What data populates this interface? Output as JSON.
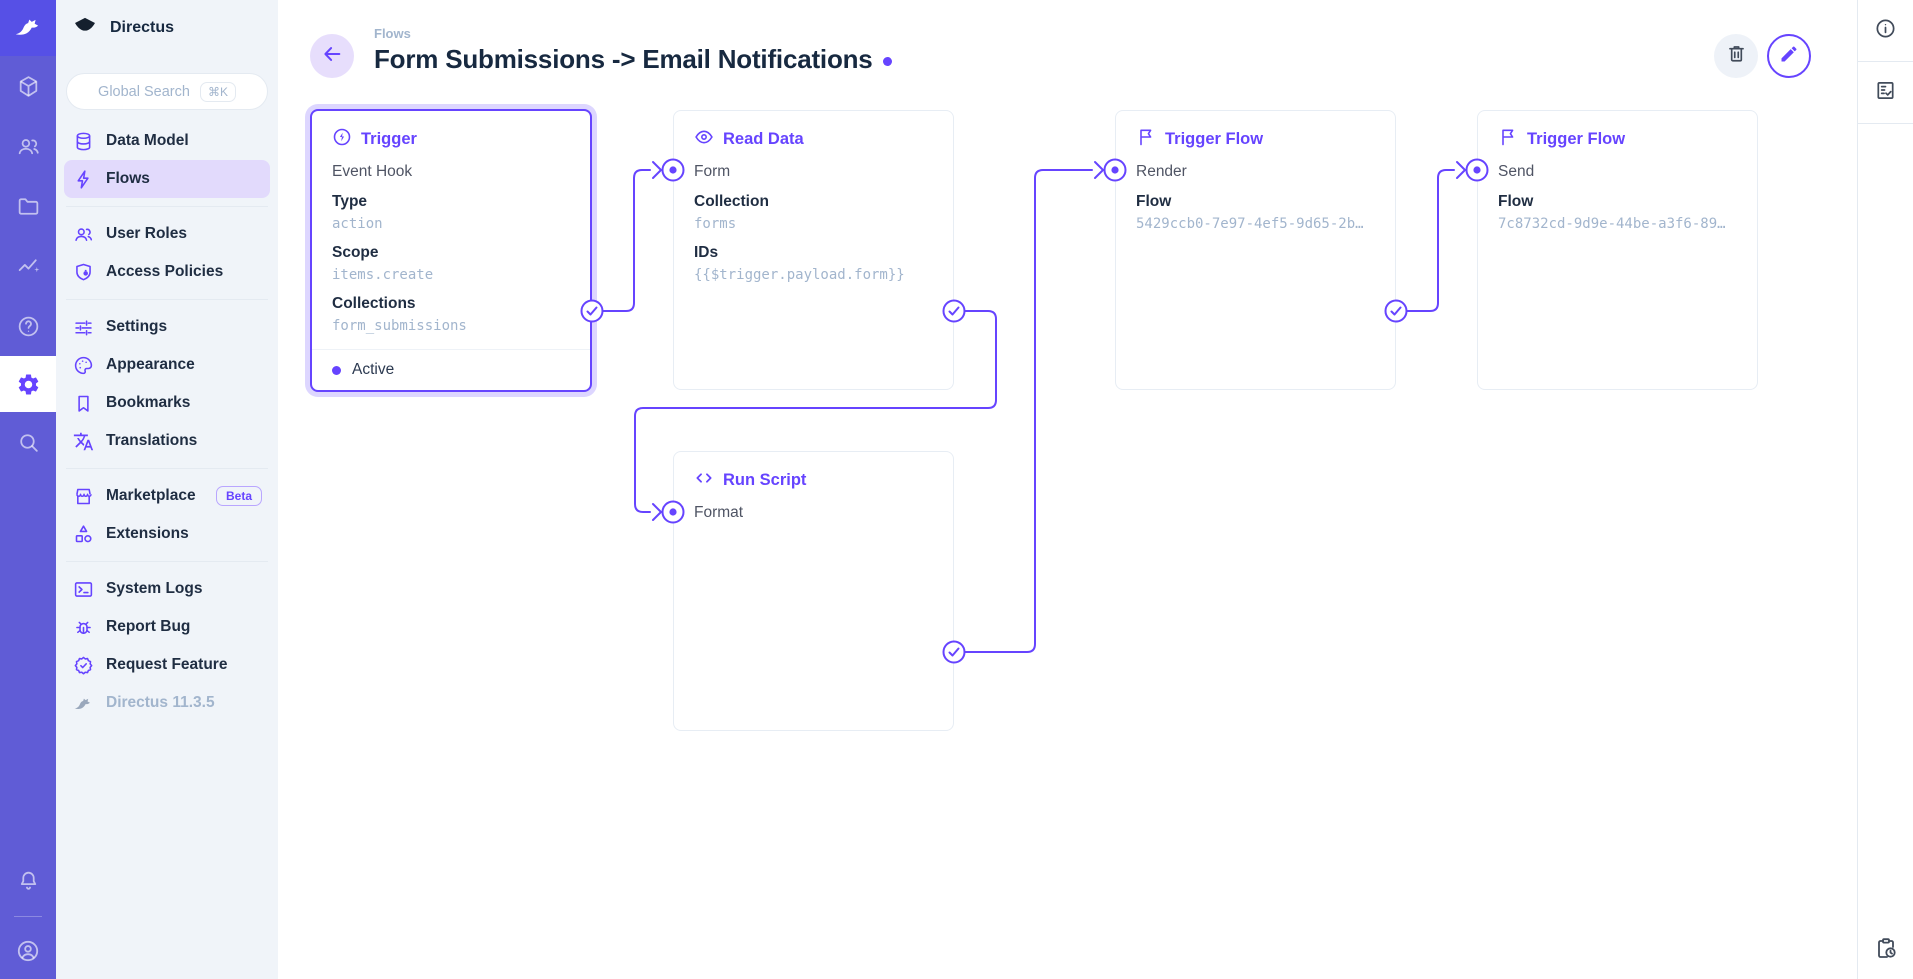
{
  "app": {
    "project_name": "Directus",
    "version": "Directus 11.3.5"
  },
  "module_bar": {
    "icons": [
      "directus-logo",
      "content",
      "users",
      "files",
      "insights",
      "help",
      "settings",
      "search",
      "notifications",
      "account"
    ],
    "active_module": "settings"
  },
  "nav": {
    "search": {
      "placeholder": "Global Search",
      "shortcut": "⌘K"
    },
    "items": {
      "data_model": "Data Model",
      "flows": "Flows",
      "user_roles": "User Roles",
      "access_policies": "Access Policies",
      "settings": "Settings",
      "appearance": "Appearance",
      "bookmarks": "Bookmarks",
      "translations": "Translations",
      "marketplace": "Marketplace",
      "marketplace_badge": "Beta",
      "extensions": "Extensions",
      "system_logs": "System Logs",
      "report_bug": "Report Bug",
      "request_feature": "Request Feature"
    },
    "active_item": "flows"
  },
  "header": {
    "breadcrumb": "Flows",
    "title": "Form Submissions -> Email Notifications",
    "unsaved_indicator": true
  },
  "flow": {
    "cards": [
      {
        "type_label": "Trigger",
        "icon": "bolt-circle",
        "name": "Event Hook",
        "selected": true,
        "status": "Active",
        "fields": [
          {
            "label": "Type",
            "value": "action"
          },
          {
            "label": "Scope",
            "value": "items.create"
          },
          {
            "label": "Collections",
            "value": "form_submissions"
          }
        ]
      },
      {
        "type_label": "Read Data",
        "icon": "eye",
        "name": "Form",
        "fields": [
          {
            "label": "Collection",
            "value": "forms"
          },
          {
            "label": "IDs",
            "value": "{{$trigger.payload.form}}"
          }
        ]
      },
      {
        "type_label": "Trigger Flow",
        "icon": "flag",
        "name": "Render",
        "fields": [
          {
            "label": "Flow",
            "value": "5429ccb0-7e97-4ef5-9d65-2b…"
          }
        ]
      },
      {
        "type_label": "Trigger Flow",
        "icon": "flag",
        "name": "Send",
        "fields": [
          {
            "label": "Flow",
            "value": "7c8732cd-9d9e-44be-a3f6-89…"
          }
        ]
      },
      {
        "type_label": "Run Script",
        "icon": "code",
        "name": "Format",
        "fields": []
      }
    ]
  },
  "colors": {
    "accent": "#6644ff",
    "module_bar": "#605cd6",
    "logo_tile": "#5650e6",
    "nav_background": "#f0f4f9",
    "text": "#172940",
    "subdued": "#a2b5cd",
    "border": "#e4eaf1"
  }
}
